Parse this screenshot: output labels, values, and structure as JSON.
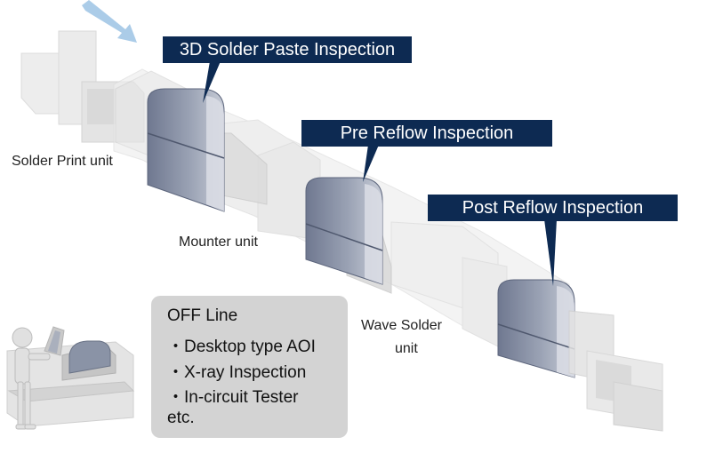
{
  "callouts": {
    "spi": "3D Solder Paste Inspection",
    "pre_reflow": "Pre Reflow Inspection",
    "post_reflow": "Post Reflow Inspection"
  },
  "units": {
    "solder_print": "Solder Print unit",
    "mounter": "Mounter unit",
    "wave_solder_line1": "Wave Solder",
    "wave_solder_line2": "unit"
  },
  "offline": {
    "title": "OFF Line",
    "items": [
      "・Desktop type AOI",
      "・X-ray Inspection",
      "・In-circuit Tester",
      "etc."
    ]
  },
  "colors": {
    "callout_bg": "#0d2a52",
    "inspection_module": "#8a93a6",
    "machine_body": "#e8e8e8",
    "offline_box": "#d3d3d3",
    "flow_arrow": "#9cc3e4"
  },
  "icons": {
    "flow_arrow": "flow-direction-arrow-icon",
    "operator": "operator-figure-icon",
    "workstation": "offline-workstation-icon"
  }
}
